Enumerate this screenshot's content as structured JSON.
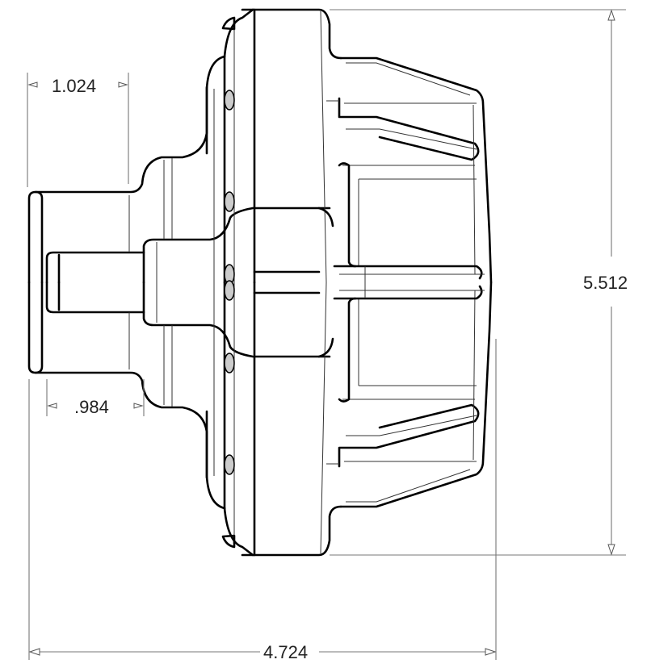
{
  "drawing": {
    "subject": "",
    "dimensions": {
      "overall_height": "5.512",
      "overall_length": "4.724",
      "outer_pipe_length": "1.024",
      "inner_pipe_length": ".984"
    }
  }
}
